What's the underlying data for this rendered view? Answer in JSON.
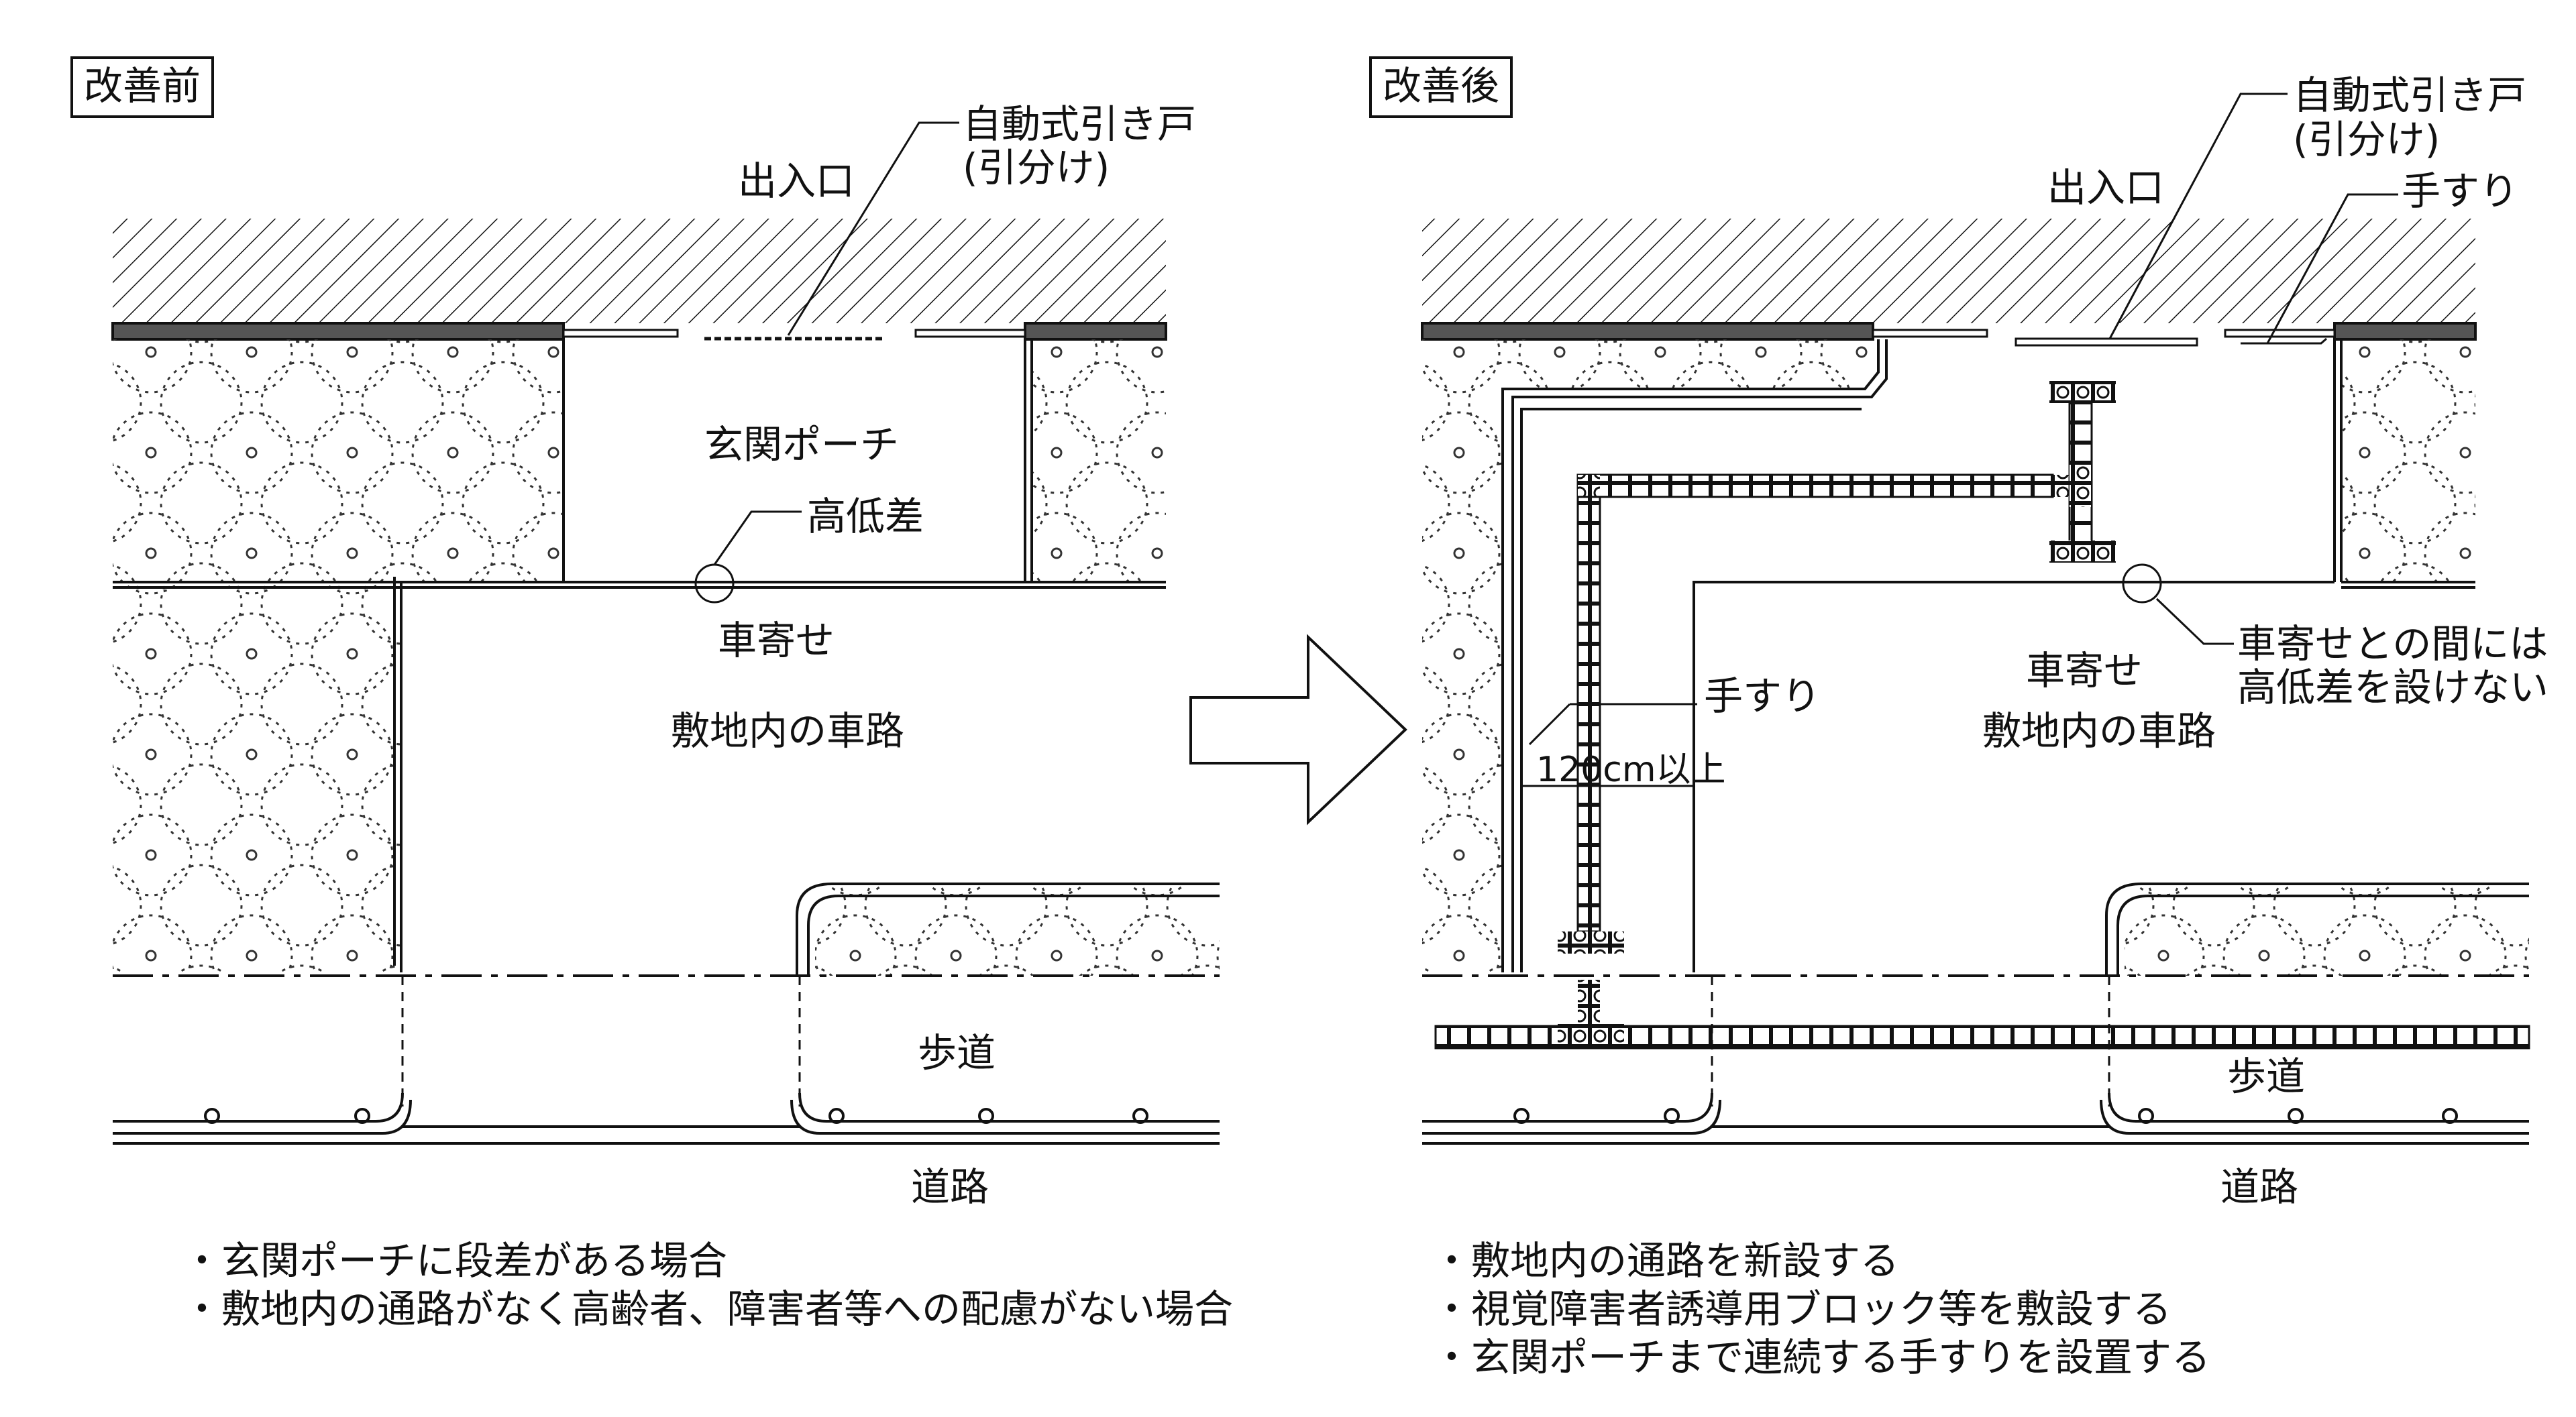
{
  "colors": {
    "line": "#111111",
    "wall": "#555555",
    "background": "#ffffff"
  },
  "before": {
    "title": "改善前",
    "door_label_line1": "自動式引き戸",
    "door_label_line2": "(引分け)",
    "entrance": "出入口",
    "porch": "玄関ポーチ",
    "level_difference": "高低差",
    "drop_off": "車寄せ",
    "site_road": "敷地内の車路",
    "sidewalk": "歩道",
    "road": "道路",
    "notes": [
      "・玄関ポーチに段差がある場合",
      "・敷地内の通路がなく高齢者、障害者等への配慮がない場合"
    ]
  },
  "after": {
    "title": "改善後",
    "door_label_line1": "自動式引き戸",
    "door_label_line2": "(引分け)",
    "entrance": "出入口",
    "handrail_top": "手すり",
    "handrail_mid": "手すり",
    "width_dim": "120cm以上",
    "no_level_line1": "車寄せとの間には",
    "no_level_line2": "高低差を設けない",
    "drop_off": "車寄せ",
    "site_road": "敷地内の車路",
    "sidewalk": "歩道",
    "road": "道路",
    "notes": [
      "・敷地内の通路を新設する",
      "・視覚障害者誘導用ブロック等を敷設する",
      "・玄関ポーチまで連続する手すりを設置する"
    ]
  }
}
